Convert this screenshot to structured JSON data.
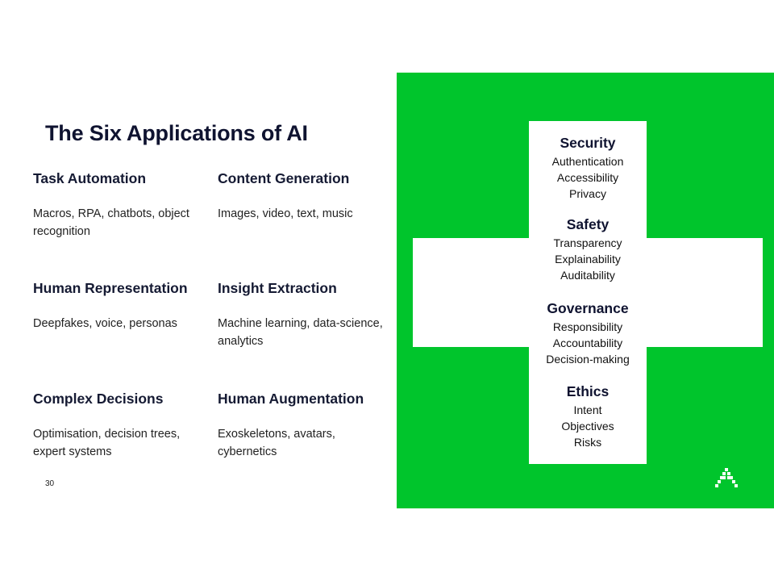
{
  "slide": {
    "title": "The Six Applications of AI",
    "page_number": "30"
  },
  "applications": [
    {
      "name": "Task Automation",
      "description": "Macros, RPA, chatbots, object recognition"
    },
    {
      "name": "Content Generation",
      "description": "Images, video, text, music"
    },
    {
      "name": "Human Representation",
      "description": "Deepfakes, voice, personas"
    },
    {
      "name": "Insight Extraction",
      "description": "Machine learning, data-science, analytics"
    },
    {
      "name": "Complex Decisions",
      "description": "Optimisation, decision trees, expert systems"
    },
    {
      "name": "Human Augmentation",
      "description": "Exoskeletons, avatars, cybernetics"
    }
  ],
  "pillars": [
    {
      "title": "Security",
      "items": [
        "Authentication",
        "Accessibility",
        "Privacy"
      ]
    },
    {
      "title": "Safety",
      "items": [
        "Transparency",
        "Explainability",
        "Auditability"
      ]
    },
    {
      "title": "Governance",
      "items": [
        "Responsibility",
        "Accountability",
        "Decision-making"
      ]
    },
    {
      "title": "Ethics",
      "items": [
        "Intent",
        "Objectives",
        "Risks"
      ]
    }
  ],
  "colors": {
    "panel_green": "#00c52c",
    "title_navy": "#0f1330",
    "cross_white": "#ffffff"
  },
  "icons": {
    "brand_logo": "stepped-triangle-icon"
  }
}
